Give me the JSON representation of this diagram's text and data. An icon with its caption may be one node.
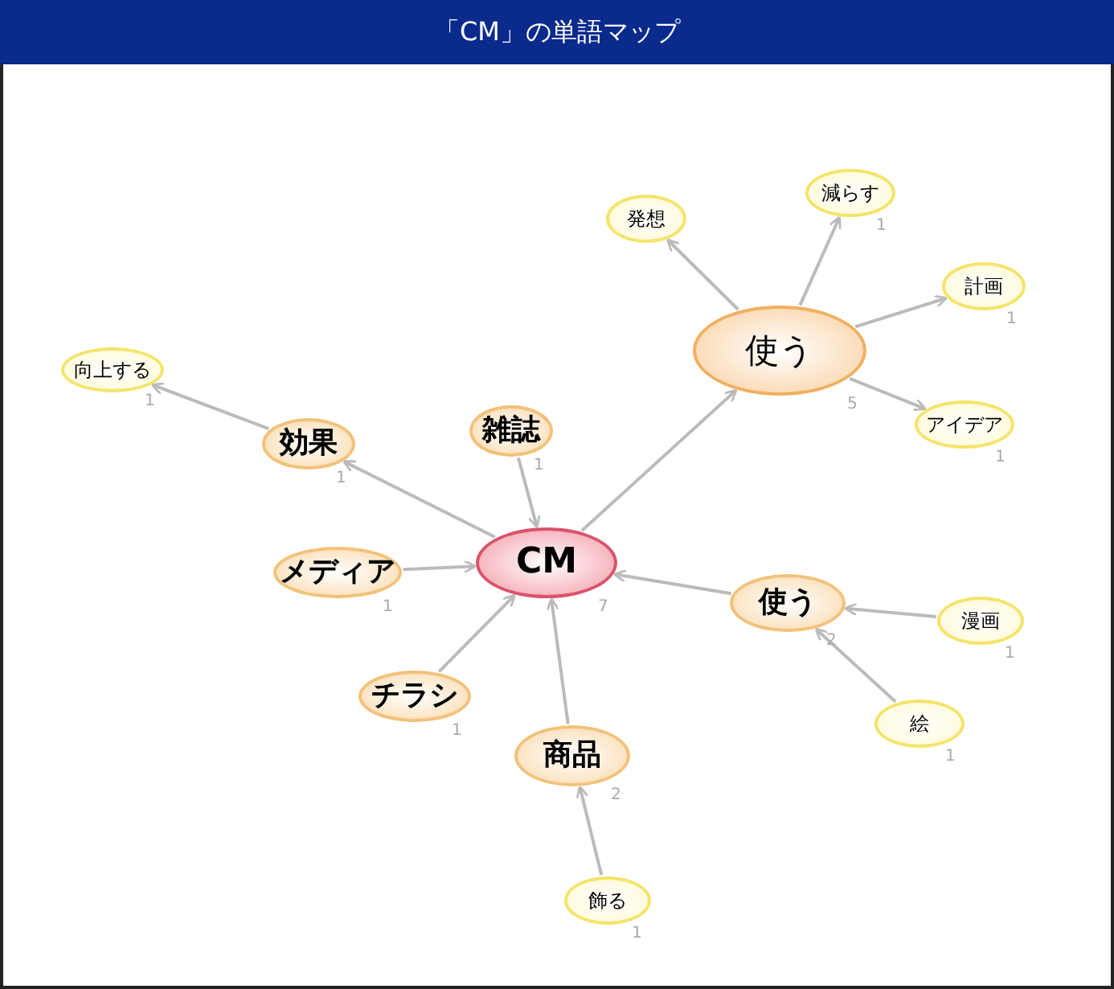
{
  "diagram": {
    "title": "「CM」の単語マップ",
    "nodes": [
      {
        "text": [
          "発想"
        ]
      },
      {
        "text": [
          "減らす"
        ],
        "beside": [
          "1"
        ]
      },
      {
        "text": [
          "使う"
        ],
        "beside": [
          "5"
        ]
      },
      {
        "text": [
          "計画"
        ],
        "beside": [
          "1"
        ]
      },
      {
        "text": [
          "向上する"
        ],
        "beside": [
          "1"
        ]
      },
      {
        "text": [
          "雑誌"
        ],
        "beside": [
          "1"
        ]
      },
      {
        "text": [
          "効果"
        ],
        "beside": [
          "1"
        ]
      },
      {
        "text": [
          "アイデア"
        ],
        "beside": [
          "1"
        ]
      },
      {
        "text": [
          "CM"
        ],
        "beside": [
          "7"
        ]
      },
      {
        "text": [
          "メディア"
        ],
        "beside": [
          "1"
        ]
      },
      {
        "text": [
          "使う"
        ],
        "beside": [
          "2"
        ]
      },
      {
        "text": [
          "漫画"
        ],
        "beside": [
          "1"
        ]
      },
      {
        "text": [
          "チラシ"
        ],
        "beside": [
          "1"
        ]
      },
      {
        "text": [
          "絵"
        ],
        "beside": [
          "1"
        ]
      },
      {
        "text": [
          "商品"
        ],
        "beside": [
          "2"
        ]
      },
      {
        "text": [
          "飾る"
        ],
        "beside": [
          "1"
        ]
      }
    ],
    "edges": [
      {
        "from": 2,
        "to": 0,
        "arrow": "to"
      },
      {
        "from": 2,
        "to": 1,
        "arrow": "to"
      },
      {
        "from": 2,
        "to": 3,
        "arrow": "to"
      },
      {
        "from": 2,
        "to": 7,
        "arrow": "to"
      },
      {
        "from": 8,
        "to": 2,
        "arrow": "to"
      },
      {
        "from": 6,
        "to": 4,
        "arrow": "to"
      },
      {
        "from": 8,
        "to": 6,
        "arrow": "to"
      },
      {
        "from": 5,
        "to": 8,
        "arrow": "to"
      },
      {
        "from": 9,
        "to": 8,
        "arrow": "to"
      },
      {
        "from": 12,
        "to": 8,
        "arrow": "to"
      },
      {
        "from": 14,
        "to": 8,
        "arrow": "to"
      },
      {
        "from": 10,
        "to": 8,
        "arrow": "to"
      },
      {
        "from": 11,
        "to": 10,
        "arrow": "to"
      },
      {
        "from": 13,
        "to": 10,
        "arrow": "to"
      },
      {
        "from": 15,
        "to": 14,
        "arrow": "to"
      }
    ]
  }
}
